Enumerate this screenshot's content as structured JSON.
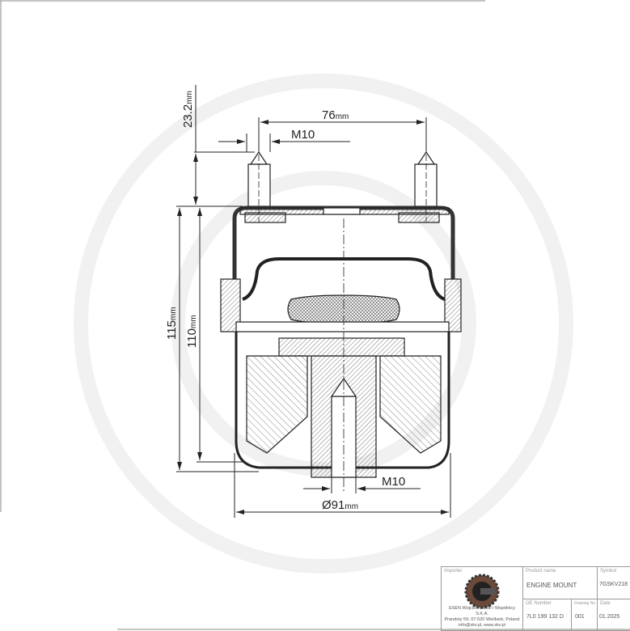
{
  "drawing": {
    "dimensions": {
      "bolt_spacing": {
        "value": "76",
        "unit": "mm"
      },
      "top_thread": {
        "value": "M10"
      },
      "bolt_height": {
        "value": "23.2",
        "unit": "mm"
      },
      "overall_height": {
        "value": "115",
        "unit": "mm"
      },
      "body_height": {
        "value": "110",
        "unit": "mm"
      },
      "bottom_thread": {
        "value": "M10"
      },
      "diameter": {
        "value": "Ø91",
        "unit": "mm"
      }
    }
  },
  "title_block": {
    "importer_caption": "Importer",
    "importer_text": [
      "ESEN Wojciechowski i Wspólnicy S.K.A.",
      "Prandoty 59, 07-520 Wielbark, Poland",
      "info@skv.pl, www.skv.pl"
    ],
    "product_name_caption": "Product name",
    "product_name": "ENGINE MOUNT",
    "symbol_caption": "Symbol",
    "symbol": "7GSKV218",
    "oe_caption": "OE Number",
    "oe_number": "7L0 199 132 D",
    "drawing_no_caption": "Drawing No",
    "drawing_no": "001",
    "date_caption": "Date",
    "date": "01.2025"
  }
}
